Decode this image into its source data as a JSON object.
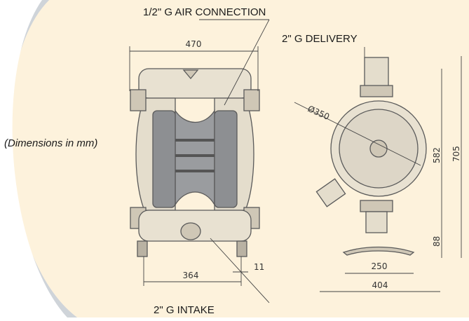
{
  "labels": {
    "air_connection": "1/2\" G AIR CONNECTION",
    "delivery": "2\" G DELIVERY",
    "intake": "2\" G INTAKE",
    "units_note": "(Dimensions in mm)"
  },
  "dimensions": {
    "front_width": "470",
    "front_base": "364",
    "front_offset": "11",
    "diameter": "Ø350",
    "side_height_upper": "582",
    "side_height_total": "705",
    "side_foot": "88",
    "side_base_inner": "250",
    "side_base_outer": "404"
  },
  "colors": {
    "background_light": "#fdf2dc",
    "background_gray": "#cfd4d9",
    "pump_body": "#ddd6c7",
    "diaphragm": "#8d8f92",
    "outline": "#5a5a5a"
  }
}
